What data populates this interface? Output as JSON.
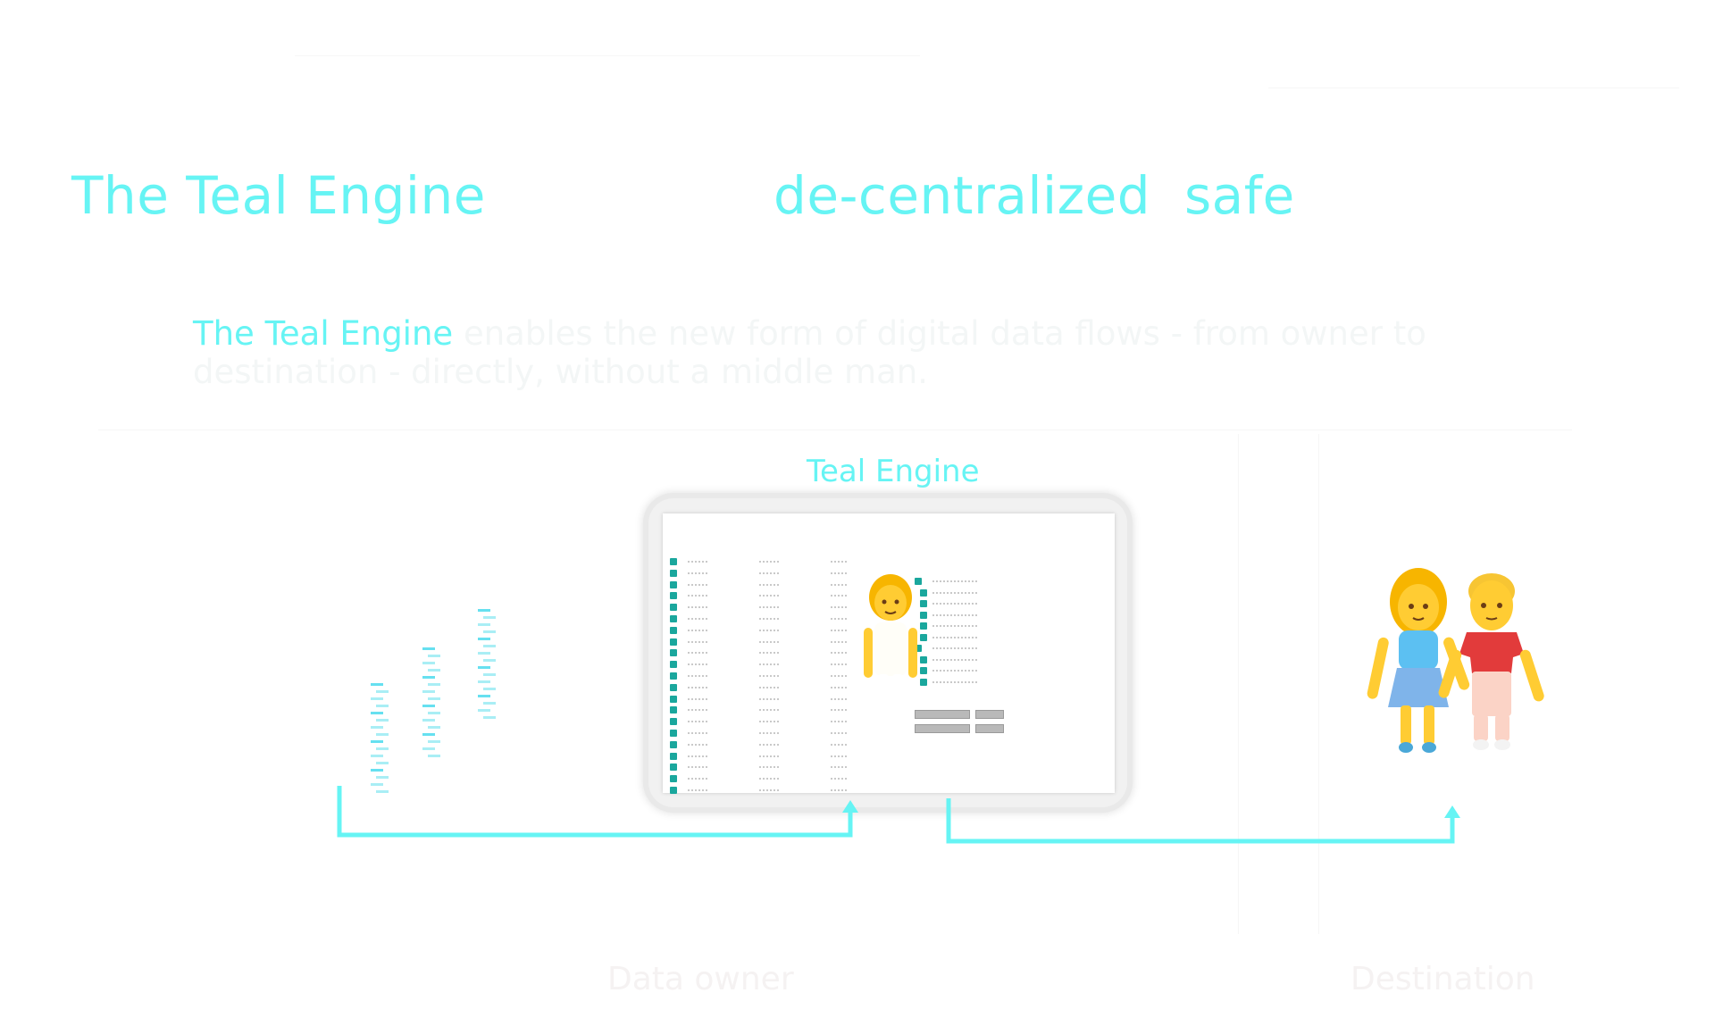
{
  "headline": {
    "left": "The Teal Engine",
    "right_word1": "de-centralized",
    "right_word2": "safe"
  },
  "intro": {
    "engine_name": "The Teal Engine",
    "rest": " enables the new form of digital data flows - from owner to destination - directly, without a middle man."
  },
  "diagram": {
    "engine_label": "Teal Engine",
    "owner_label": "Data owner",
    "destination_label": "Destination"
  },
  "colors": {
    "accent": "#66f4f4",
    "check": "#1aa79d"
  },
  "icons": [
    "data-stack-icon",
    "person-icon",
    "couple-icon",
    "arrow-up-icon"
  ]
}
